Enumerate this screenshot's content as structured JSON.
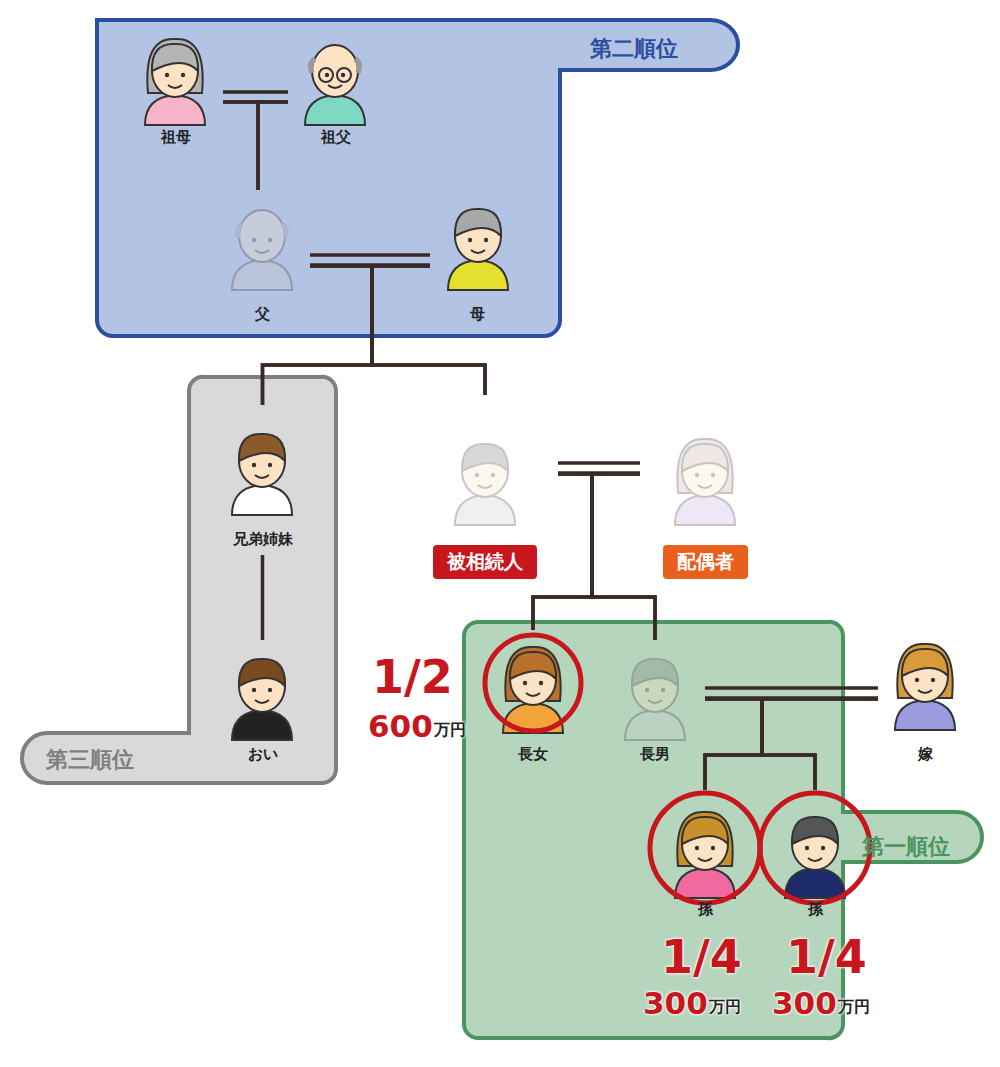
{
  "diagram": {
    "nodes": [
      {
        "text": [
          "第二順位"
        ]
      },
      {
        "text": [
          "祖母"
        ],
        "in": 0
      },
      {
        "text": [
          "祖父"
        ],
        "in": 0
      },
      {
        "text": [
          "父"
        ],
        "in": 0
      },
      {
        "text": [
          "母"
        ],
        "in": 0
      },
      {
        "text": [
          "第三順位"
        ]
      },
      {
        "text": [
          "兄弟姉妹"
        ],
        "in": 5
      },
      {
        "text": [
          "おい"
        ],
        "in": 5
      },
      {
        "text": [
          "被相続人"
        ]
      },
      {
        "text": [
          "配偶者"
        ]
      },
      {
        "text": [
          "第一順位"
        ]
      },
      {
        "text": [
          "長女"
        ],
        "in": 10
      },
      {
        "text": [
          "長男"
        ],
        "in": 10
      },
      {
        "text": [
          "嫁"
        ]
      },
      {
        "text": [
          "孫"
        ],
        "in": 10
      },
      {
        "text": [
          "孫"
        ],
        "in": 10
      }
    ],
    "edges": [
      {
        "from": 1,
        "to": 2,
        "arrow": "none"
      },
      {
        "from": 1,
        "to": 3,
        "arrow": "none"
      },
      {
        "from": 2,
        "to": 3,
        "arrow": "none"
      },
      {
        "from": 3,
        "to": 4,
        "arrow": "none"
      },
      {
        "from": 3,
        "to": 6,
        "arrow": "none"
      },
      {
        "from": 4,
        "to": 6,
        "arrow": "none"
      },
      {
        "from": 3,
        "to": 8,
        "arrow": "none"
      },
      {
        "from": 4,
        "to": 8,
        "arrow": "none"
      },
      {
        "from": 6,
        "to": 7,
        "arrow": "none"
      },
      {
        "from": 8,
        "to": 9,
        "arrow": "none"
      },
      {
        "from": 8,
        "to": 11,
        "arrow": "none"
      },
      {
        "from": 9,
        "to": 11,
        "arrow": "none"
      },
      {
        "from": 8,
        "to": 12,
        "arrow": "none"
      },
      {
        "from": 9,
        "to": 12,
        "arrow": "none"
      },
      {
        "from": 12,
        "to": 13,
        "arrow": "none"
      },
      {
        "from": 12,
        "to": 14,
        "arrow": "none"
      },
      {
        "from": 13,
        "to": 14,
        "arrow": "none"
      },
      {
        "from": 12,
        "to": 15,
        "arrow": "none"
      },
      {
        "from": 13,
        "to": 15,
        "arrow": "none"
      }
    ],
    "labels": [
      "1/2",
      "600",
      "万円",
      "1/4",
      "300",
      "万円",
      "1/4",
      "300",
      "万円"
    ]
  }
}
